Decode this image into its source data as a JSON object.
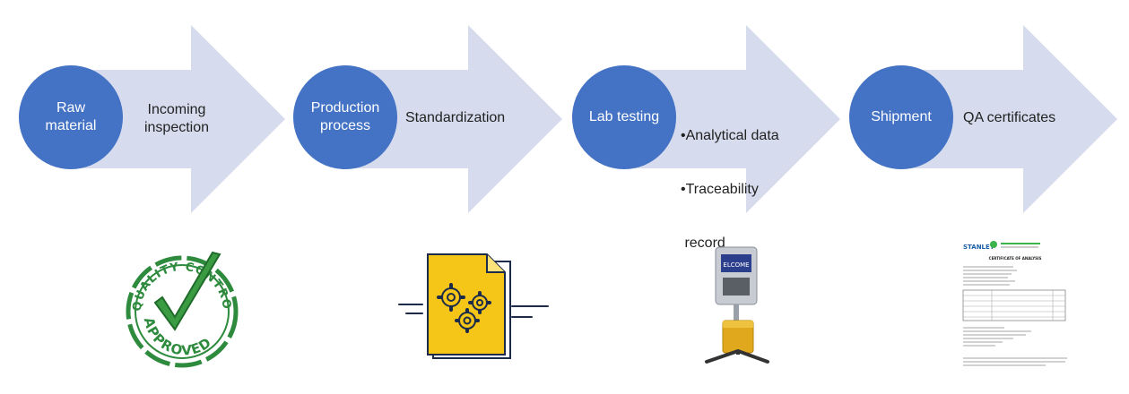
{
  "colors": {
    "arrow": "#d6dcee",
    "circle": "#4472c4",
    "circle_text": "#ffffff"
  },
  "steps": [
    {
      "circle_lines": [
        "Raw",
        "material"
      ],
      "label_lines": [
        "Incoming",
        "inspection"
      ]
    },
    {
      "circle_lines": [
        "Production",
        "process"
      ],
      "label_lines": [
        "Standardization"
      ]
    },
    {
      "circle_lines": [
        "Lab testing"
      ],
      "label_lines": [
        "•Analytical data",
        "•Traceability",
        " record"
      ]
    },
    {
      "circle_lines": [
        "Shipment"
      ],
      "label_lines": [
        "QA certificates"
      ]
    }
  ],
  "images": {
    "stamp": {
      "icon": "quality-control-approved-stamp",
      "top_text": "QUALITY CONTROL",
      "bottom_text": "APPROVED"
    },
    "document": {
      "icon": "document-with-gears"
    },
    "viscometer": {
      "icon": "lab-viscometer",
      "screen_text": "ELCOME"
    },
    "certificate": {
      "icon": "certificate-of-analysis",
      "brand": "STANLEY",
      "heading": "CERTIFICATE OF ANALYSIS"
    }
  }
}
